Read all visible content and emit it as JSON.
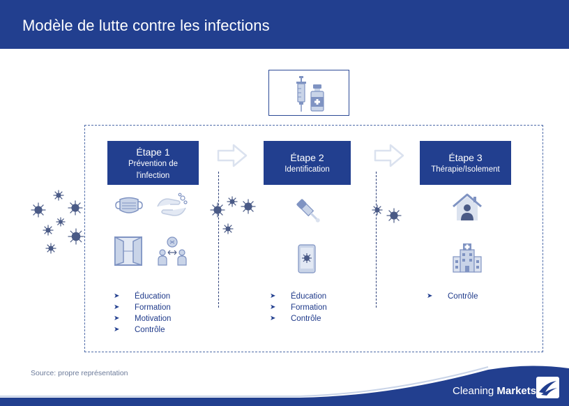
{
  "header": {
    "title": "Modèle de lutte contre les infections"
  },
  "top_icon": {
    "name": "syringe-vial-icon"
  },
  "steps": [
    {
      "title": "Étape 1",
      "subtitle_lines": [
        "Prévention de",
        "l'infection"
      ],
      "icons": [
        "face-mask-icon",
        "hand-washing-icon",
        "open-window-icon",
        "social-distancing-icon"
      ],
      "bullets": [
        "Éducation",
        "Formation",
        "Motivation",
        "Contrôle"
      ]
    },
    {
      "title": "Étape 2",
      "subtitle_lines": [
        "Identification"
      ],
      "icons": [
        "test-swab-icon",
        "virus-test-screen-icon"
      ],
      "bullets": [
        "Éducation",
        "Formation",
        "Contrôle"
      ]
    },
    {
      "title": "Étape 3",
      "subtitle_lines": [
        "Thérapie/Isolement"
      ],
      "icons": [
        "home-isolation-icon",
        "hospital-icon"
      ],
      "bullets": [
        "Contrôle"
      ]
    }
  ],
  "source": "Source: propre représentation",
  "brand": {
    "name_regular": "Cleaning ",
    "name_bold": "Markets"
  },
  "colors": {
    "primary": "#223f8f",
    "icon_light": "#c9d4e8",
    "virus": "#4a5a86"
  }
}
